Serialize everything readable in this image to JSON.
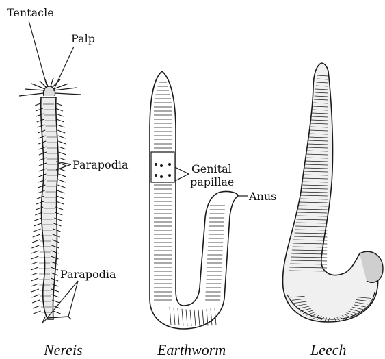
{
  "labels": {
    "tentacle": "Tentacle",
    "palp": "Palp",
    "parapodia_upper": "Parapodia",
    "parapodia_lower": "Parapodia",
    "genital_line1": "Genital",
    "genital_line2": "papillae",
    "anus": "Anus"
  },
  "captions": {
    "nereis": "Nereis",
    "earthworm": "Earthworm",
    "leech": "Leech"
  },
  "colors": {
    "ink": "#1a1a1a",
    "fill": "#efefef",
    "background": "#ffffff"
  }
}
